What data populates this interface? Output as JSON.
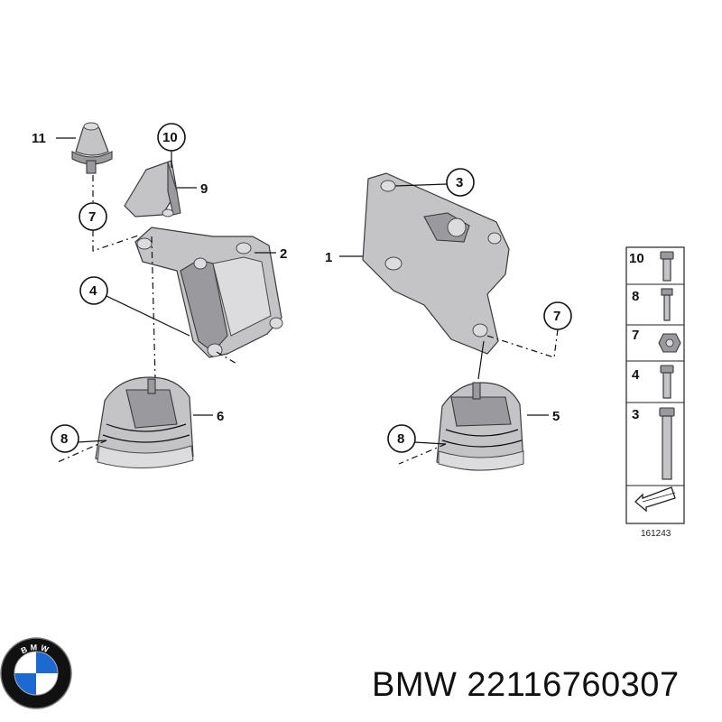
{
  "callouts": {
    "n11": "11",
    "n10": "10",
    "n9": "9",
    "n7_left": "7",
    "n2": "2",
    "n4": "4",
    "n6": "6",
    "n8_left": "8",
    "n3": "3",
    "n1": "1",
    "n7_right": "7",
    "n5": "5",
    "n8_right": "8"
  },
  "legend": {
    "items": [
      {
        "num": "10"
      },
      {
        "num": "8"
      },
      {
        "num": "7"
      },
      {
        "num": "4"
      },
      {
        "num": "3"
      }
    ],
    "code": "161243"
  },
  "footer": {
    "brand_part": "BMW 22116760307",
    "logo_letters": "BMW",
    "logo_colors": {
      "blue": "#1c69d4",
      "white": "#ffffff",
      "ring": "#111111"
    }
  }
}
